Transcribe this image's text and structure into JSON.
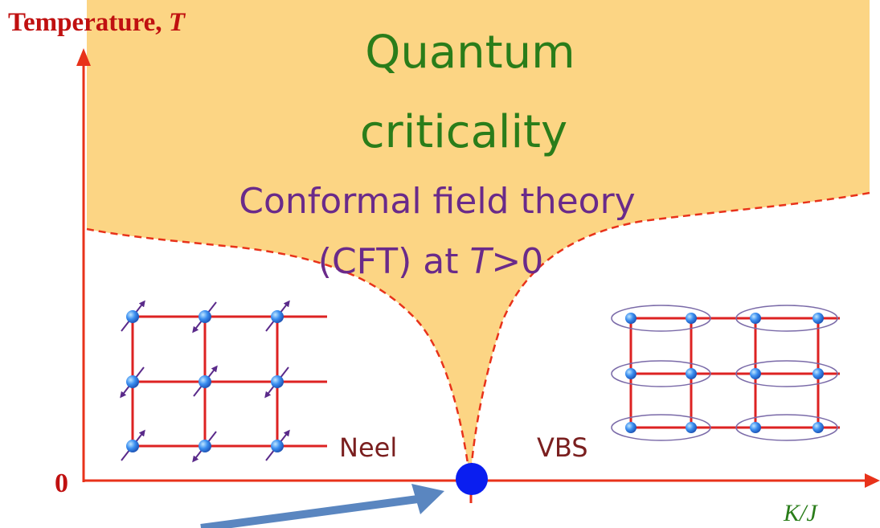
{
  "colors": {
    "region_fill": "#fcd584",
    "axis": "#e8321a",
    "boundary": "#e8321a",
    "axis_label": "#c01010",
    "title": "#2a7d1a",
    "subtitle": "#6a2a8a",
    "lattice": "#dd2222",
    "site": "#2f7fe0",
    "spin_arrow": "#5a2a8a",
    "phase_label": "#7a1f1f",
    "qcp": "#0a1ef0",
    "pointer_arrow": "#5a86c0"
  },
  "axes": {
    "y_label_text": "Temperature, ",
    "y_label_var": "T",
    "origin_label": "0",
    "x_label": "K/J"
  },
  "region": {
    "title_line1": "Quantum",
    "title_line2": "criticality",
    "subtitle_line1": "Conformal field theory",
    "subtitle_line2_pre": "(CFT) at ",
    "subtitle_line2_var": "T",
    "subtitle_line2_post": ">0"
  },
  "phases": {
    "left": "Neel",
    "right": "VBS"
  },
  "icons": {
    "critical_point": "quantum-critical-point-dot",
    "pointer": "pointer-arrow"
  }
}
